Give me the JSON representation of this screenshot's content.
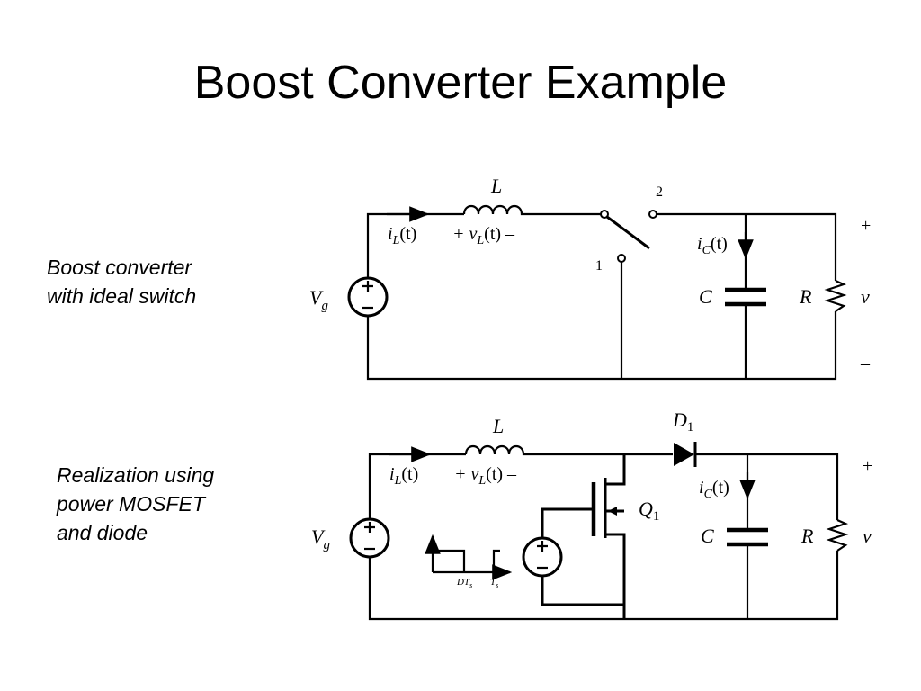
{
  "slide": {
    "title": "Boost Converter Example"
  },
  "diagrams": [
    {
      "caption_line1": "Boost converter",
      "caption_line2": "with ideal switch",
      "labels": {
        "L": "L",
        "iL_i": "i",
        "iL_sub": "L",
        "iL_t": "(t)",
        "vL_plus": "+ v",
        "vL_sub": "L",
        "vL_rest": "(t) –",
        "Vg": "V",
        "Vg_sub": "g",
        "switch_pos_1": "1",
        "switch_pos_2": "2",
        "iC_i": "i",
        "iC_sub": "C",
        "iC_t": "(t)",
        "C": "C",
        "R": "R",
        "v": "v",
        "out_plus": "+",
        "out_minus": "–"
      }
    },
    {
      "caption_line1": "Realization using",
      "caption_line2": "power MOSFET",
      "caption_line3": "and diode",
      "labels": {
        "L": "L",
        "iL_i": "i",
        "iL_sub": "L",
        "iL_t": "(t)",
        "vL_plus": "+ v",
        "vL_sub": "L",
        "vL_rest": "(t) –",
        "Vg": "V",
        "Vg_sub": "g",
        "D": "D",
        "D_sub": "1",
        "Q": "Q",
        "Q_sub": "1",
        "iC_i": "i",
        "iC_sub": "C",
        "iC_t": "(t)",
        "C": "C",
        "R": "R",
        "v": "v",
        "out_plus": "+",
        "out_minus": "–",
        "DTs": "DT",
        "DTs_sub": "s",
        "Ts": "T",
        "Ts_sub": "s"
      }
    }
  ]
}
